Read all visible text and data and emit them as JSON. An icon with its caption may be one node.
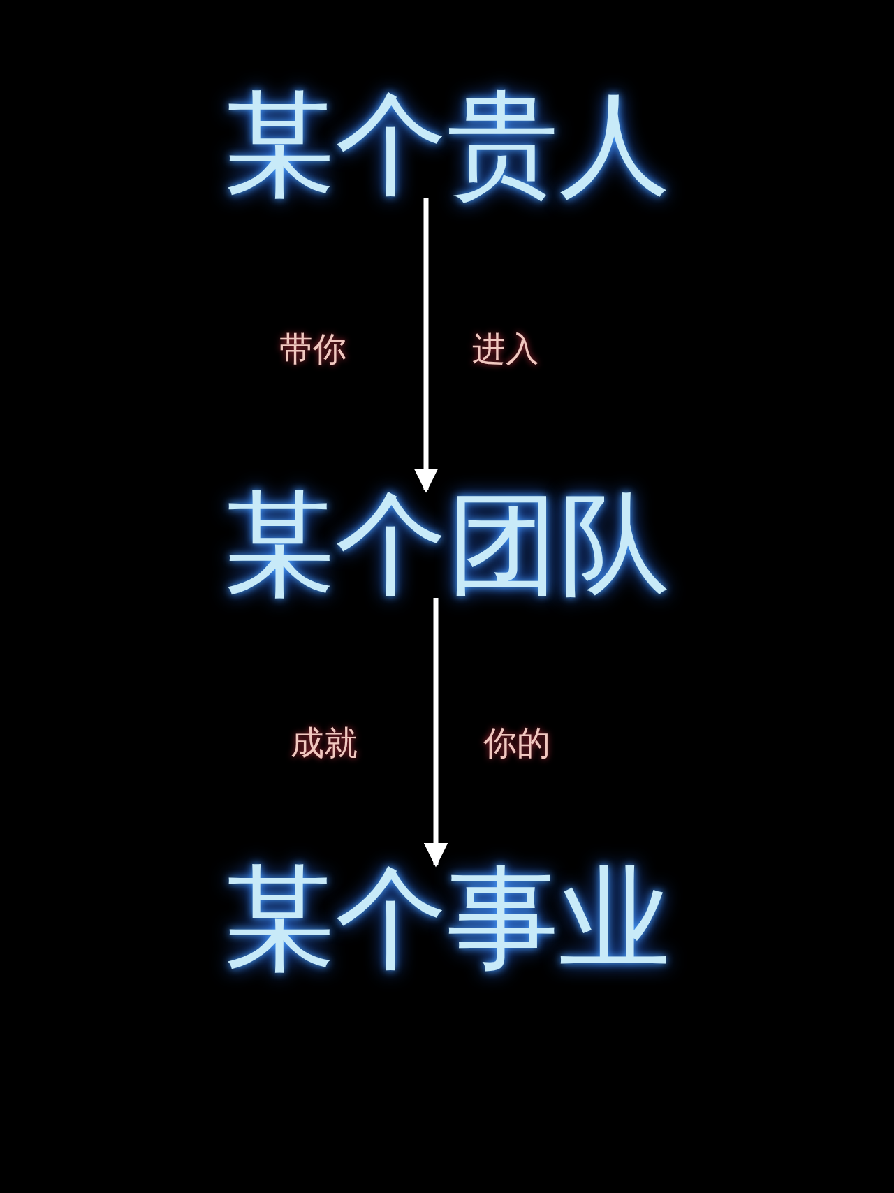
{
  "diagram": {
    "nodes": [
      {
        "text": [
          "某个贵人"
        ]
      },
      {
        "text": [
          "某个团队"
        ]
      },
      {
        "text": [
          "某个事业"
        ]
      }
    ],
    "edges": [
      {
        "from": 0,
        "to": 1,
        "arrow": "to"
      },
      {
        "from": 1,
        "to": 2,
        "arrow": "to"
      }
    ],
    "labels": [
      "带你",
      "进入",
      "成就",
      "你的"
    ]
  }
}
